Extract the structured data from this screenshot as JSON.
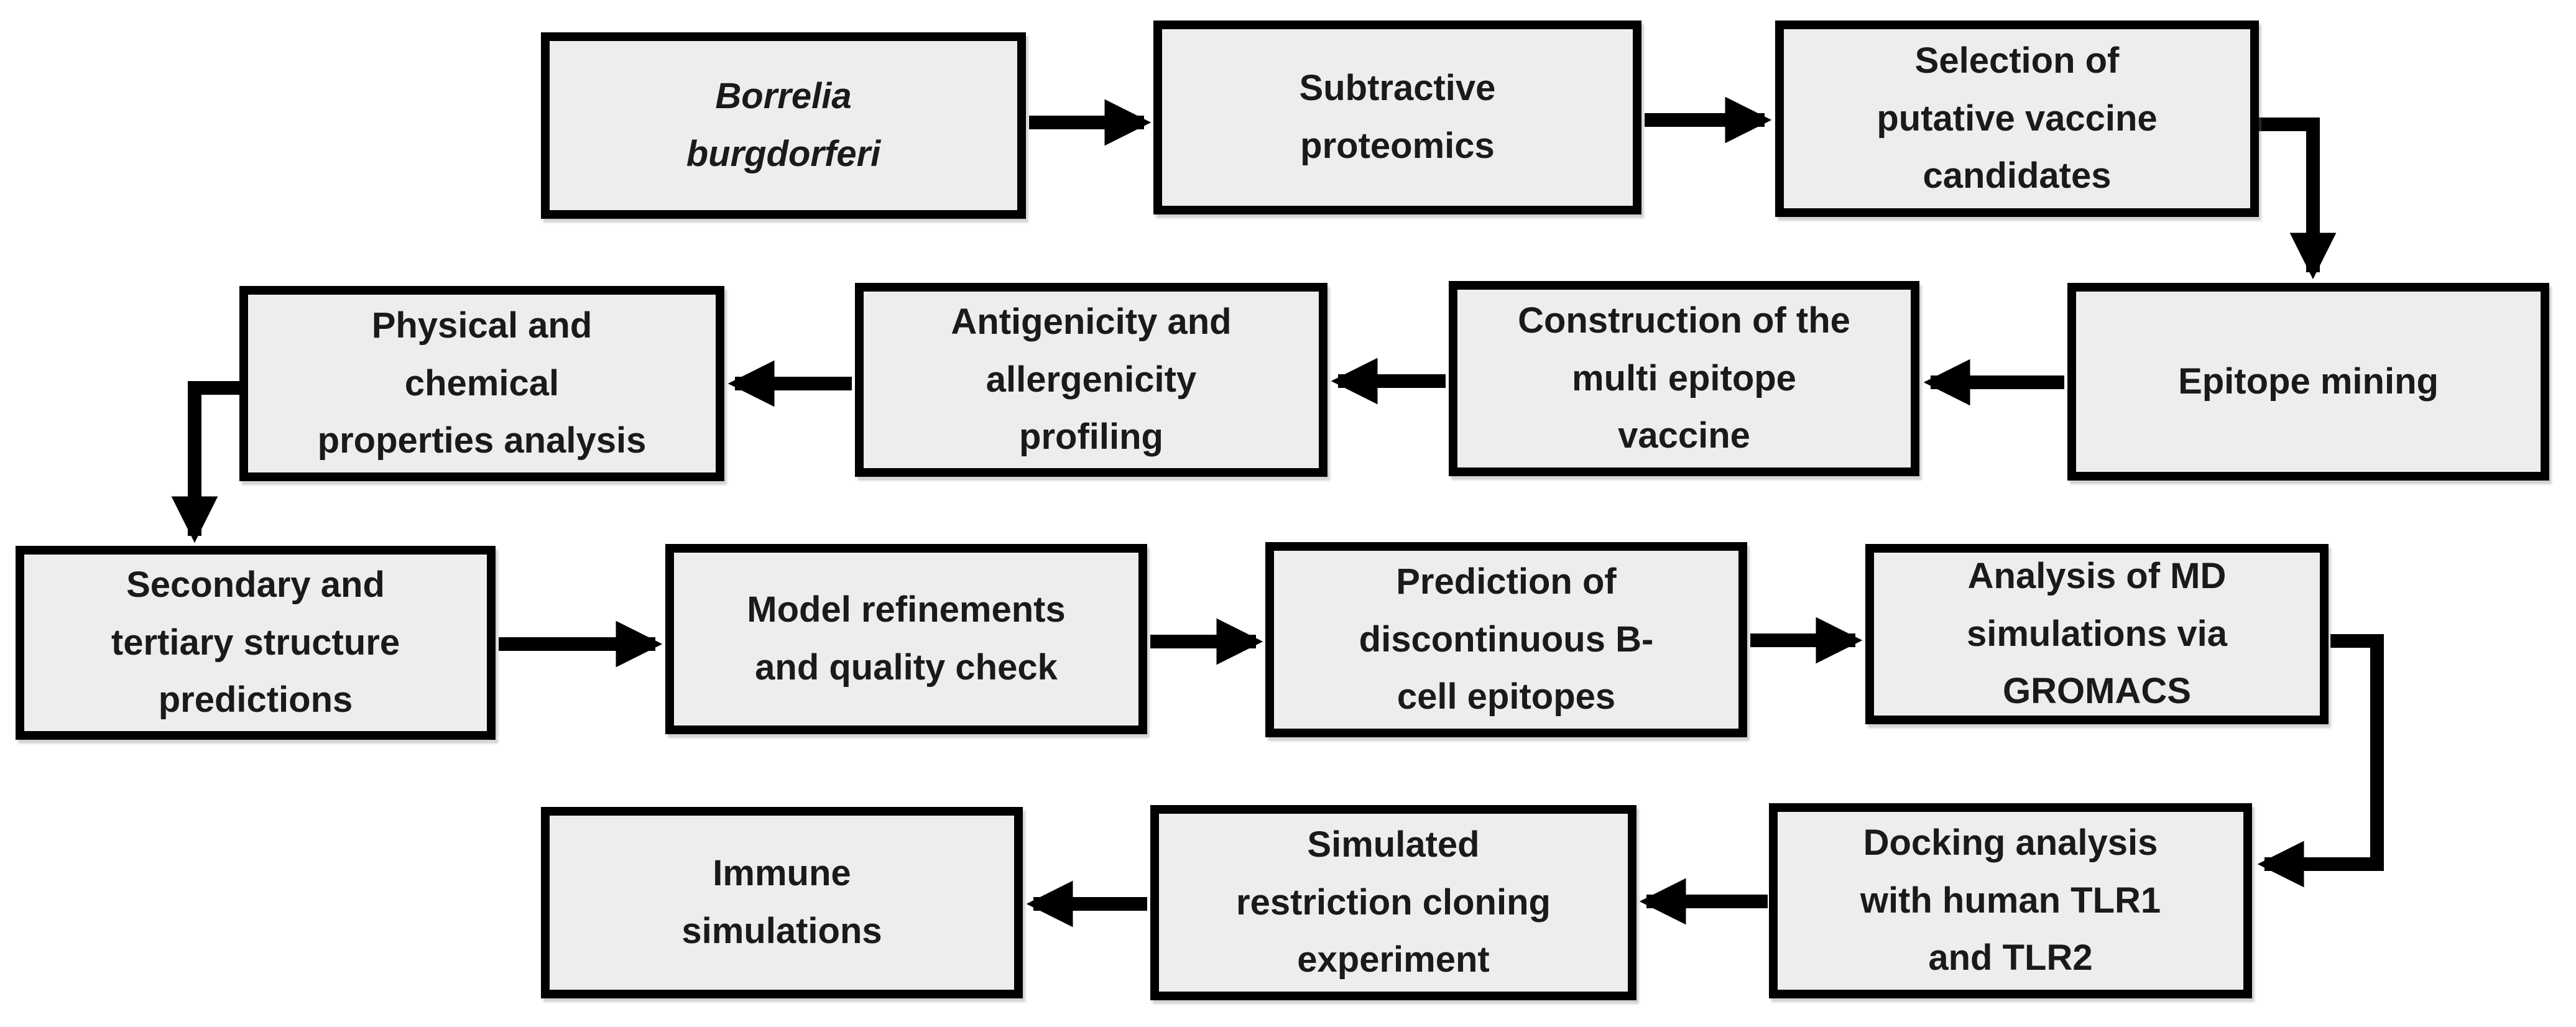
{
  "diagram_type": "flowchart",
  "colors": {
    "highlight_fill": "#FBD35E",
    "box_fill": "#EDEDED",
    "border": "#000000",
    "arrow": "#000000",
    "background": "#FFFFFF"
  },
  "nodes": [
    {
      "id": "borrelia_burgdorferi",
      "label": "Borrelia\nburgdorferi",
      "emphasis": "highlight-italic"
    },
    {
      "id": "subtractive_proteomics",
      "label": "Subtractive\nproteomics",
      "emphasis": "normal"
    },
    {
      "id": "selection_of_candidates",
      "label": "Selection of\nputative vaccine\ncandidates",
      "emphasis": "normal"
    },
    {
      "id": "epitope_mining",
      "label": "Epitope mining",
      "emphasis": "normal"
    },
    {
      "id": "construction_of_vaccine",
      "label": "Construction of the\nmulti epitope\nvaccine",
      "emphasis": "normal"
    },
    {
      "id": "antigenicity_allergenicity",
      "label": "Antigenicity and\nallergenicity\nprofiling",
      "emphasis": "normal"
    },
    {
      "id": "physical_chemical",
      "label": "Physical and\nchemical\nproperties analysis",
      "emphasis": "normal"
    },
    {
      "id": "secondary_tertiary",
      "label": "Secondary and\ntertiary structure\npredictions",
      "emphasis": "normal"
    },
    {
      "id": "model_refinements",
      "label": "Model refinements\nand quality check",
      "emphasis": "normal"
    },
    {
      "id": "prediction_b_cell",
      "label": "Prediction of\ndiscontinuous B-\ncell epitopes",
      "emphasis": "normal"
    },
    {
      "id": "md_gromacs",
      "label": "Analysis of MD\nsimulations via\nGROMACS",
      "emphasis": "normal"
    },
    {
      "id": "docking_tlr",
      "label": "Docking analysis\nwith human TLR1\nand TLR2",
      "emphasis": "normal"
    },
    {
      "id": "simulated_cloning",
      "label": "Simulated\nrestriction cloning\nexperiment",
      "emphasis": "normal"
    },
    {
      "id": "immune_simulations",
      "label": "Immune\nsimulations",
      "emphasis": "normal"
    }
  ],
  "edges": [
    {
      "from": "borrelia_burgdorferi",
      "to": "subtractive_proteomics"
    },
    {
      "from": "subtractive_proteomics",
      "to": "selection_of_candidates"
    },
    {
      "from": "selection_of_candidates",
      "to": "epitope_mining"
    },
    {
      "from": "epitope_mining",
      "to": "construction_of_vaccine"
    },
    {
      "from": "construction_of_vaccine",
      "to": "antigenicity_allergenicity"
    },
    {
      "from": "antigenicity_allergenicity",
      "to": "physical_chemical"
    },
    {
      "from": "physical_chemical",
      "to": "secondary_tertiary"
    },
    {
      "from": "secondary_tertiary",
      "to": "model_refinements"
    },
    {
      "from": "model_refinements",
      "to": "prediction_b_cell"
    },
    {
      "from": "prediction_b_cell",
      "to": "md_gromacs"
    },
    {
      "from": "md_gromacs",
      "to": "docking_tlr"
    },
    {
      "from": "docking_tlr",
      "to": "simulated_cloning"
    },
    {
      "from": "simulated_cloning",
      "to": "immune_simulations"
    }
  ]
}
